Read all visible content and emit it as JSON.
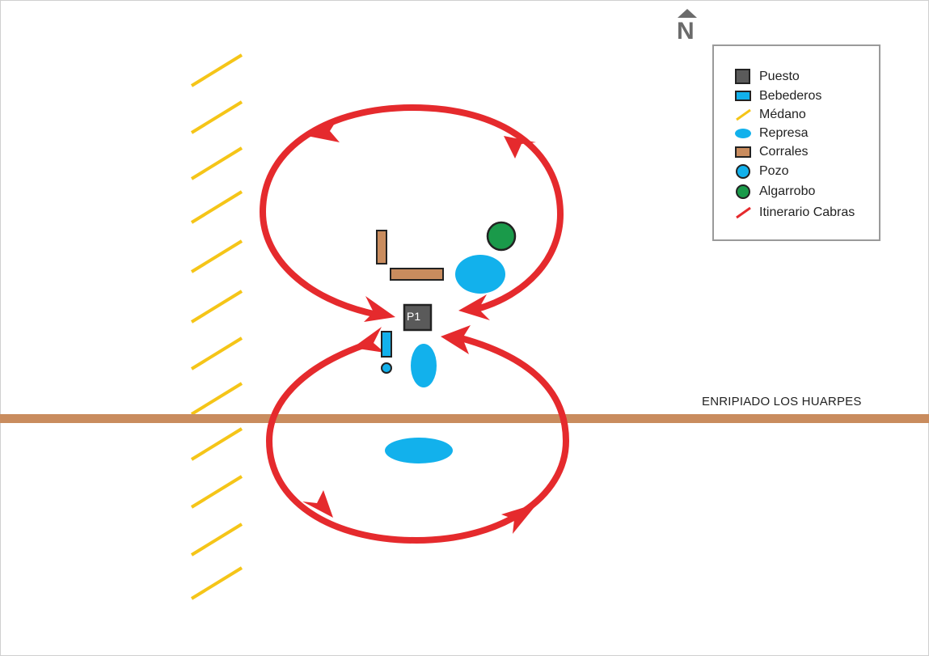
{
  "map": {
    "road_label": "ENRIPIADO LOS HUARPES",
    "north_label": "N",
    "puesto_label": "P1",
    "colors": {
      "road": "#c98c5e",
      "route": "#e52a2d",
      "dune": "#f5c518",
      "water": "#12b1ec",
      "corral": "#c98c5e",
      "tree": "#1a9a4a",
      "puesto": "#5a5a5a"
    }
  },
  "legend": {
    "items": [
      {
        "label": "Puesto",
        "icon": "puesto-square-icon"
      },
      {
        "label": "Bebederos",
        "icon": "bebedero-rect-icon"
      },
      {
        "label": "Médano",
        "icon": "dune-line-icon"
      },
      {
        "label": "Represa",
        "icon": "represa-ellipse-icon"
      },
      {
        "label": "Corrales",
        "icon": "corral-rect-icon"
      },
      {
        "label": "Pozo",
        "icon": "pozo-circle-icon"
      },
      {
        "label": "Algarrobo",
        "icon": "algarrobo-circle-icon"
      },
      {
        "label": "Itinerario Cabras",
        "icon": "route-line-icon"
      }
    ]
  }
}
